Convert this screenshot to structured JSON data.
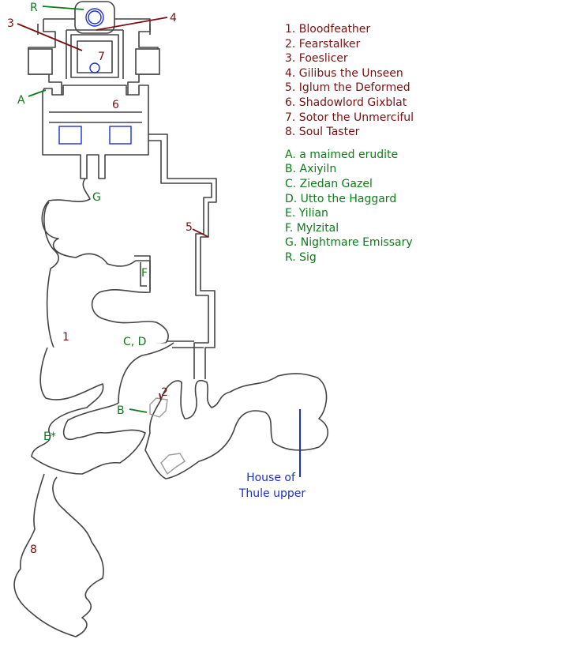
{
  "named_mobs": [
    {
      "key": "1",
      "name": "Bloodfeather"
    },
    {
      "key": "2",
      "name": "Fearstalker"
    },
    {
      "key": "3",
      "name": "Foeslicer"
    },
    {
      "key": "4",
      "name": "Gilibus the Unseen"
    },
    {
      "key": "5",
      "name": "Iglum the Deformed"
    },
    {
      "key": "6",
      "name": "Shadowlord Gixblat"
    },
    {
      "key": "7",
      "name": "Sotor the Unmerciful"
    },
    {
      "key": "8",
      "name": "Soul Taster"
    }
  ],
  "npcs": [
    {
      "key": "A",
      "name": "a maimed erudite"
    },
    {
      "key": "B",
      "name": "Axiyiln"
    },
    {
      "key": "C",
      "name": "Ziedan Gazel"
    },
    {
      "key": "D",
      "name": "Utto the Haggard"
    },
    {
      "key": "E",
      "name": "Yilian"
    },
    {
      "key": "F",
      "name": "Mylzital"
    },
    {
      "key": "G",
      "name": "Nightmare Emissary"
    },
    {
      "key": "R",
      "name": "Sig"
    }
  ],
  "legend_rows": {
    "m1": "1. Bloodfeather",
    "m2": "2. Fearstalker",
    "m3": "3. Foeslicer",
    "m4": "4. Gilibus the Unseen",
    "m5": "5. Iglum the Deformed",
    "m6": "6. Shadowlord Gixblat",
    "m7": "7. Sotor the Unmerciful",
    "m8": "8. Soul Taster",
    "nA": "A. a maimed erudite",
    "nB": "B. Axiyiln",
    "nC": "C. Ziedan Gazel",
    "nD": "D. Utto the Haggard",
    "nE": "E. Yilian",
    "nF": "F. Mylzital",
    "nG": "G. Nightmare Emissary",
    "nR": "R. Sig"
  },
  "map_labels": {
    "m1": "1",
    "m2": "2",
    "m3": "3",
    "m4": "4",
    "m5": "5",
    "m6": "6",
    "m7": "7",
    "m8": "8",
    "nA": "A",
    "nB": "B",
    "nCD": "C, D",
    "nE": "E*",
    "nF": "F",
    "nG": "G",
    "nR": "R"
  },
  "zone_exit": {
    "line1": "House of",
    "line2": "Thule upper"
  },
  "colors": {
    "named": "#7a1010",
    "npc": "#0f7a1a",
    "exit": "#1c2fd0",
    "walls": "#444444"
  }
}
